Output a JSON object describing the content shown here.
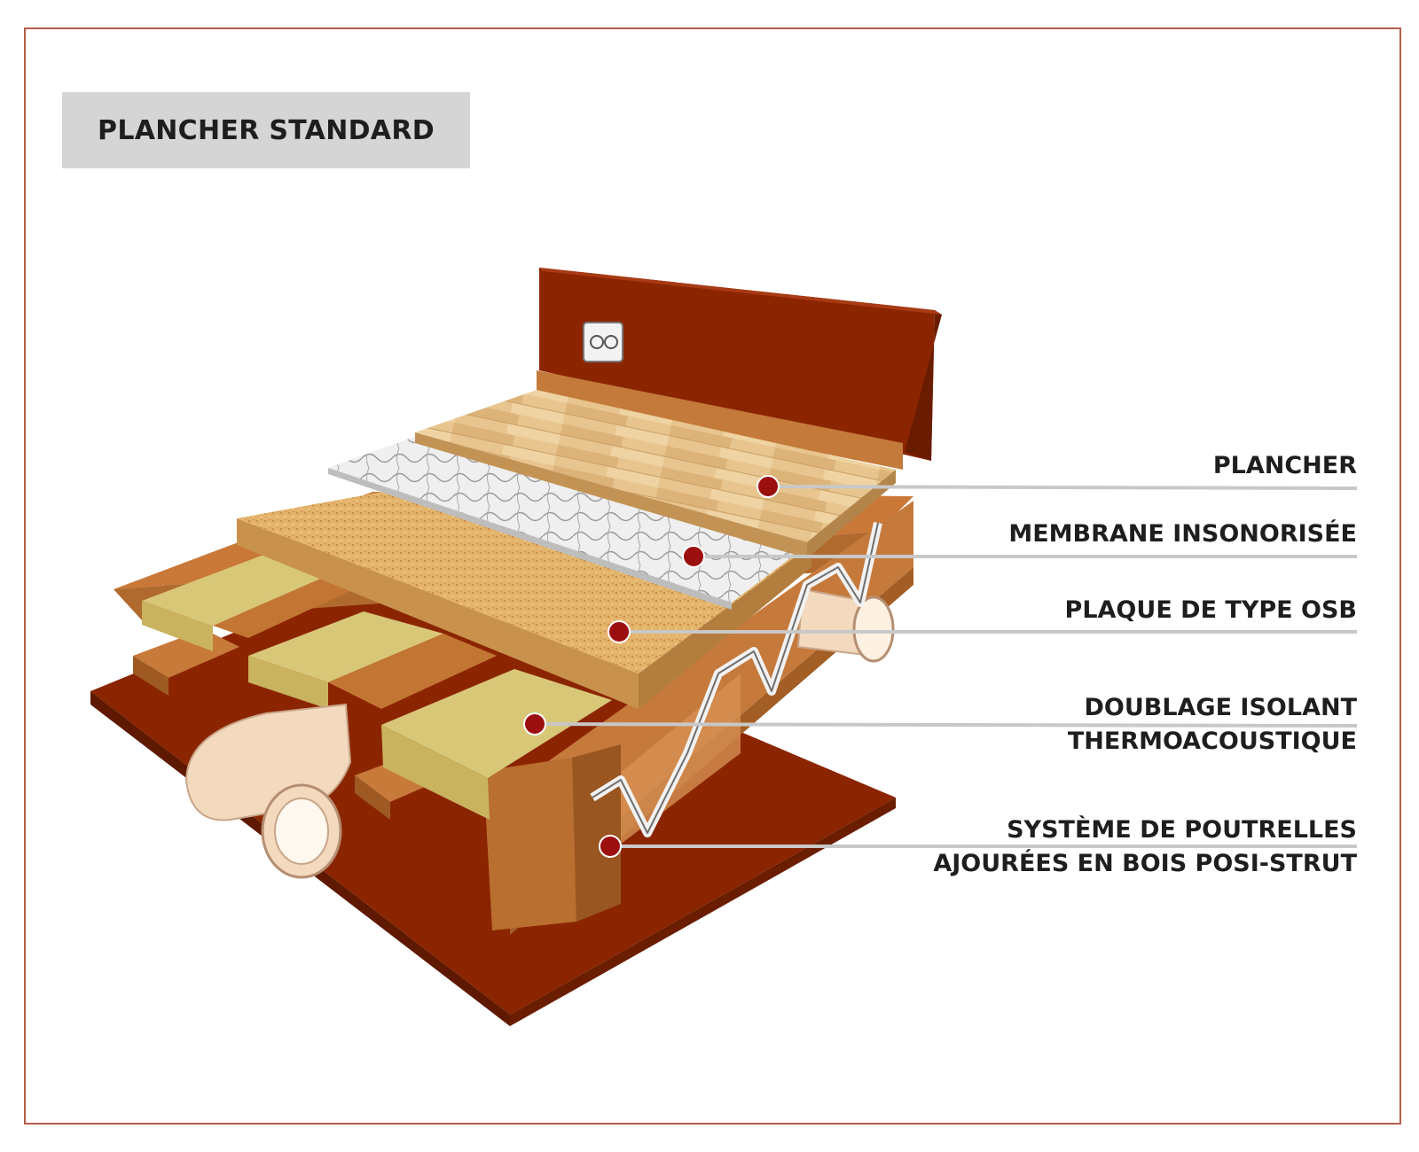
{
  "title": "PLANCHER STANDARD",
  "labels": [
    {
      "id": "plancher",
      "lines": [
        "PLANCHER"
      ]
    },
    {
      "id": "membrane",
      "lines": [
        "MEMBRANE INSONORISÉE"
      ]
    },
    {
      "id": "osb",
      "lines": [
        "PLAQUE DE TYPE OSB"
      ]
    },
    {
      "id": "doublage",
      "lines": [
        "DOUBLAGE ISOLANT",
        "THERMOACOUSTIQUE"
      ]
    },
    {
      "id": "poutrelles",
      "lines": [
        "SYSTÈME DE POUTRELLES",
        "AJOURÉES EN BOIS POSI-STRUT"
      ]
    }
  ],
  "colors": {
    "frame": "#b2604a",
    "wall": "#8b2500",
    "marker": "#9b0f0f",
    "leader": "#c8c8c8",
    "title_bg": "#d5d5d5",
    "text": "#1e1e1e"
  },
  "icons": [
    "electrical-outlet-icon",
    "marker-dot-icon"
  ]
}
